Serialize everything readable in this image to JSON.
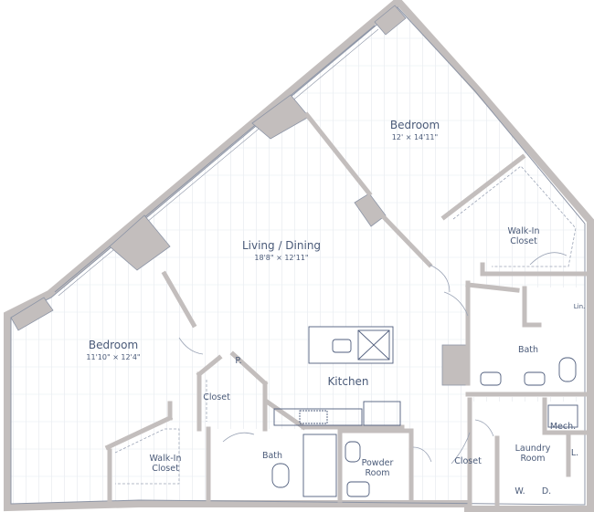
{
  "colors": {
    "wall": "#c3bebd",
    "wall_stroke": "#8d95a6",
    "line": "#4f5d7c",
    "floor_line": "#dfe3ea",
    "text": "#4a5a78"
  },
  "rooms": {
    "bedroom_right": {
      "name": "Bedroom",
      "dims": "12' × 14'11\""
    },
    "bedroom_left": {
      "name": "Bedroom",
      "dims": "11'10\" × 12'4\""
    },
    "living": {
      "name": "Living / Dining",
      "dims": "18'8\" × 12'11\""
    },
    "kitchen": {
      "name": "Kitchen"
    },
    "walkin_right": {
      "line1": "Walk-In",
      "line2": "Closet"
    },
    "walkin_left": {
      "line1": "Walk-In",
      "line2": "Closet"
    },
    "bath_right": {
      "name": "Bath"
    },
    "bath_left": {
      "name": "Bath"
    },
    "closet_left": {
      "name": "Closet"
    },
    "closet_hall": {
      "name": "Closet"
    },
    "powder": {
      "line1": "Powder",
      "line2": "Room"
    },
    "laundry": {
      "line1": "Laundry",
      "line2": "Room"
    },
    "mech": {
      "name": "Mech."
    },
    "pantry": {
      "name": "P."
    },
    "linen": {
      "name": "L."
    },
    "linen_bath": {
      "name": "Lin."
    },
    "washer": {
      "name": "W."
    },
    "dryer": {
      "name": "D."
    }
  }
}
